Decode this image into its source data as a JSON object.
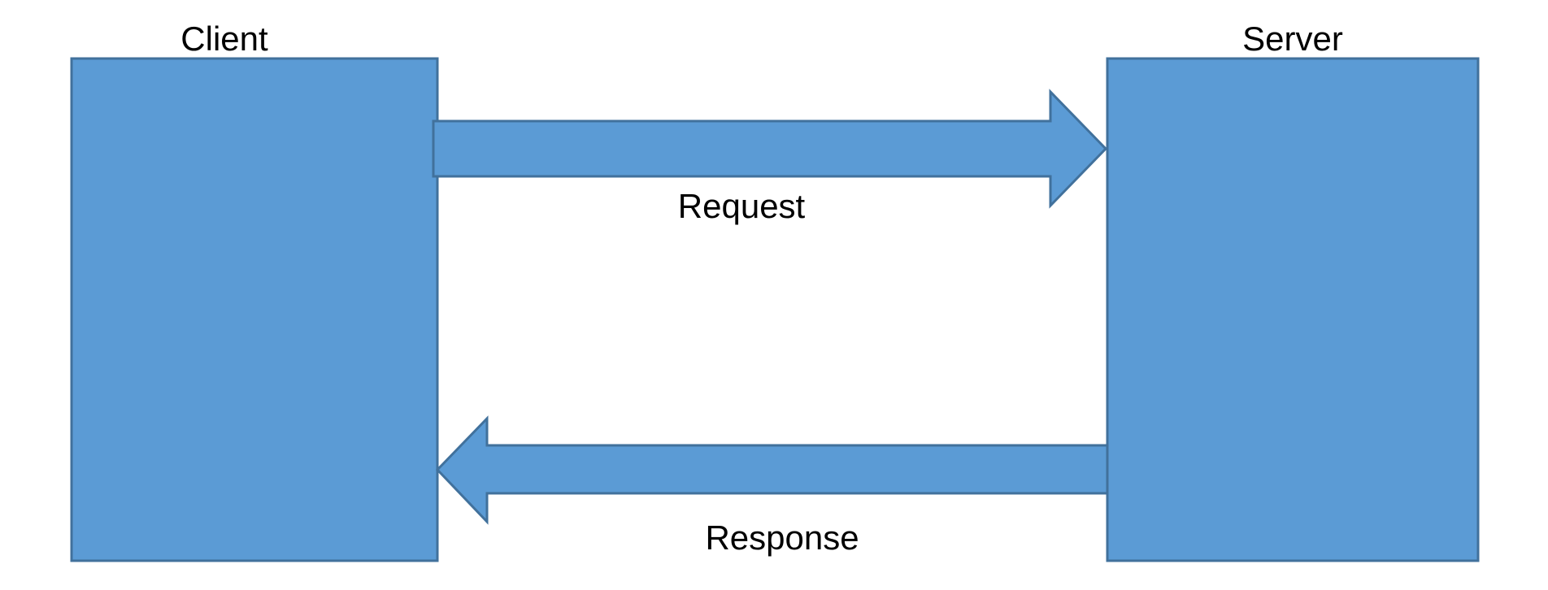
{
  "diagram": {
    "type": "client-server-flow",
    "nodes": [
      {
        "id": "client",
        "label": "Client"
      },
      {
        "id": "server",
        "label": "Server"
      }
    ],
    "edges": [
      {
        "from": "client",
        "to": "server",
        "label": "Request",
        "direction": "right"
      },
      {
        "from": "server",
        "to": "client",
        "label": "Response",
        "direction": "left"
      }
    ],
    "colors": {
      "shape_fill": "#5b9bd5",
      "shape_border": "#41719c",
      "label_text": "#000000",
      "background": "#ffffff"
    }
  }
}
